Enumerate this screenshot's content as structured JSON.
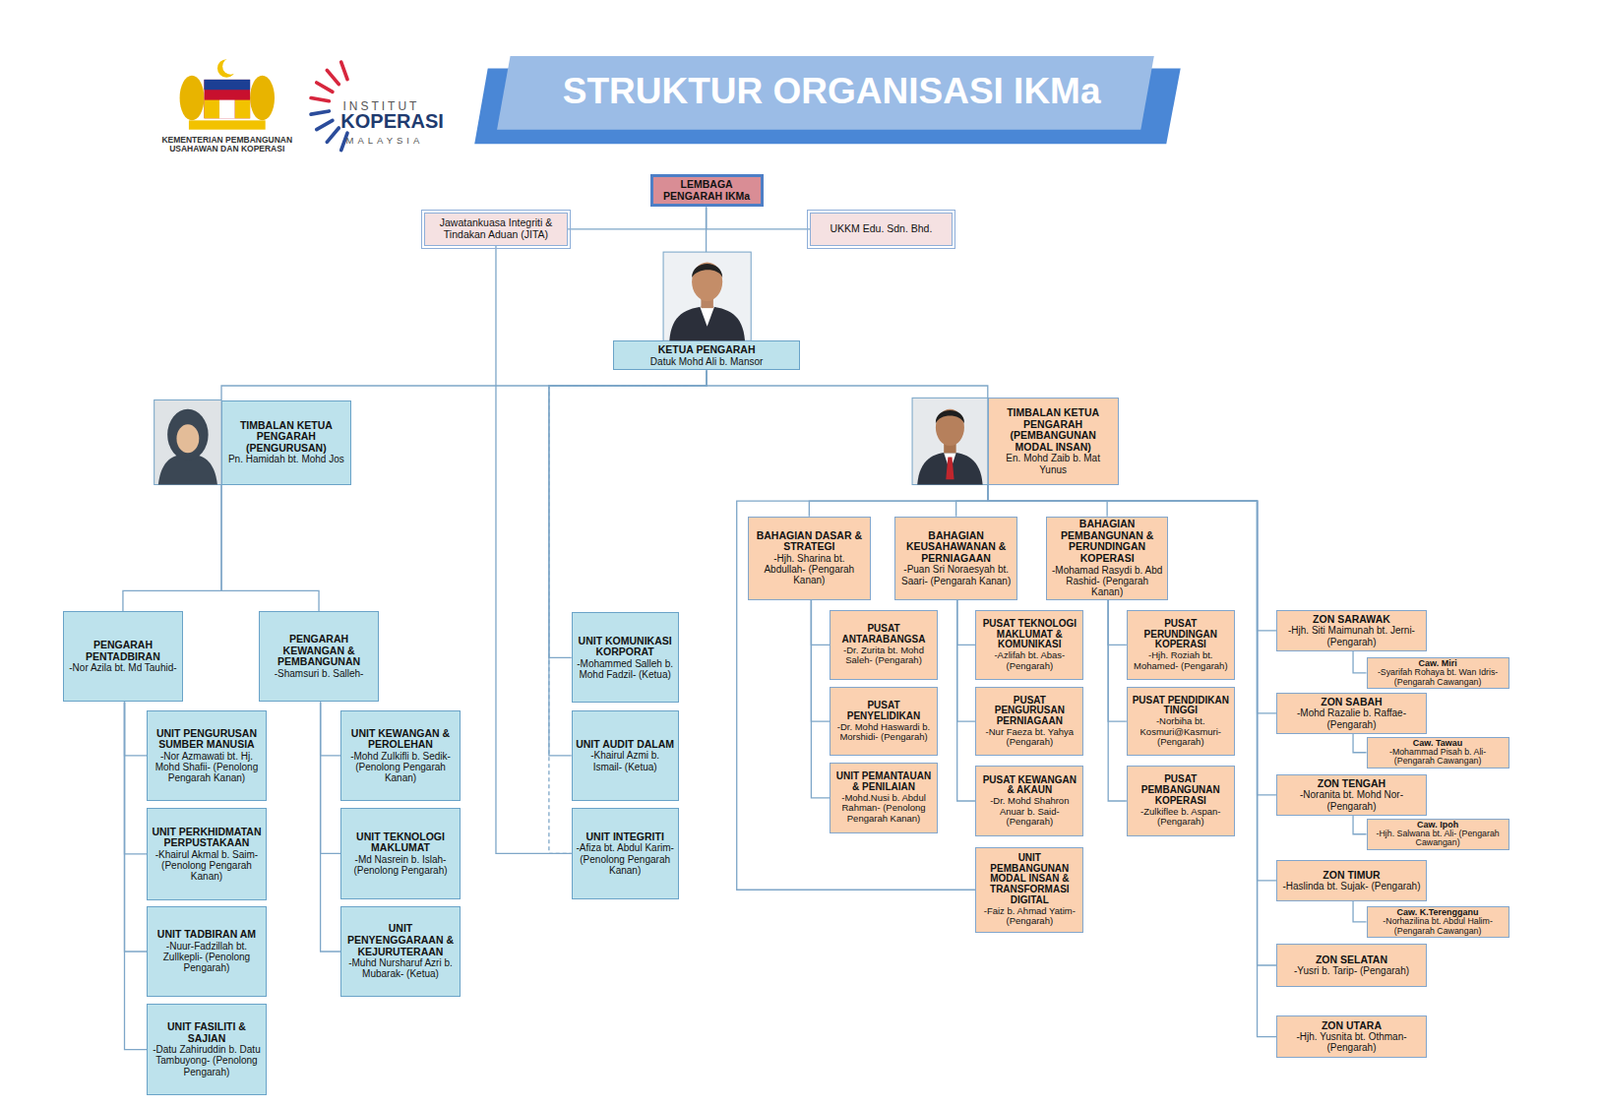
{
  "diagram": {
    "title": "STRUKTUR ORGANISASI IKMa",
    "nodes": [
      {
        "text": [
          "LEMBAGA PENGARAH IKMa"
        ]
      },
      {
        "text": [
          "Jawatankuasa Integriti & Tindakan Aduan (JITA)"
        ]
      },
      {
        "text": [
          "UKKM Edu. Sdn. Bhd."
        ]
      },
      {
        "text": [
          "KETUA PENGARAH",
          "Datuk Mohd Ali b. Mansor"
        ]
      },
      {
        "text": [
          "TIMBALAN KETUA PENGARAH (PENGURUSAN)",
          "Pn. Hamidah bt. Mohd Jos"
        ]
      },
      {
        "text": [
          "TIMBALAN KETUA PENGARAH (PEMBANGUNAN MODAL INSAN)",
          "En. Mohd Zaib b. Mat Yunus"
        ]
      },
      {
        "text": [
          "PENGARAH PENTADBIRAN",
          "-Nor Azila bt. Md Tauhid-"
        ]
      },
      {
        "text": [
          "PENGARAH KEWANGAN & PEMBANGUNAN",
          "-Shamsuri b. Salleh-"
        ]
      },
      {
        "text": [
          "UNIT PENGURUSAN SUMBER MANUSIA",
          "-Nor Azmawati bt. Hj. Mohd Shafii- (Penolong Pengarah Kanan)"
        ]
      },
      {
        "text": [
          "UNIT PERKHIDMATAN PERPUSTAKAAN",
          "-Khairul Akmal b. Saim- (Penolong Pengarah Kanan)"
        ]
      },
      {
        "text": [
          "UNIT TADBIRAN AM",
          "-Nuur-Fadzillah bt. Zullkepli- (Penolong Pengarah)"
        ]
      },
      {
        "text": [
          "UNIT FASILITI & SAJIAN",
          "-Datu Zahiruddin b. Datu Tambuyong- (Penolong Pengarah)"
        ]
      },
      {
        "text": [
          "UNIT KEWANGAN & PEROLEHAN",
          "-Mohd Zulkifli b. Sedik- (Penolong Pengarah Kanan)"
        ]
      },
      {
        "text": [
          "UNIT TEKNOLOGI MAKLUMAT",
          "-Md Nasrein b. Islah- (Penolong Pengarah)"
        ]
      },
      {
        "text": [
          "UNIT PENYENGGARAAN & KEJURUTERAAN",
          "-Muhd Nursharuf Azri b. Mubarak- (Ketua)"
        ]
      },
      {
        "text": [
          "UNIT KOMUNIKASI KORPORAT",
          "-Mohammed Salleh b. Mohd Fadzil- (Ketua)"
        ]
      },
      {
        "text": [
          "UNIT AUDIT DALAM",
          "-Khairul Azmi b. Ismail- (Ketua)"
        ]
      },
      {
        "text": [
          "UNIT INTEGRITI",
          "-Afiza bt. Abdul Karim- (Penolong Pengarah Kanan)"
        ]
      },
      {
        "text": [
          "BAHAGIAN DASAR & STRATEGI",
          "-Hjh. Sharina bt. Abdullah- (Pengarah Kanan)"
        ]
      },
      {
        "text": [
          "BAHAGIAN KEUSAHAWANAN & PERNIAGAAN",
          "-Puan Sri Noraesyah bt. Saari- (Pengarah Kanan)"
        ]
      },
      {
        "text": [
          "BAHAGIAN PEMBANGUNAN & PERUNDINGAN KOPERASI",
          "-Mohamad Rasydi b. Abd Rashid- (Pengarah Kanan)"
        ]
      },
      {
        "text": [
          "PUSAT ANTARABANGSA",
          "-Dr. Zurita bt. Mohd Saleh- (Pengarah)"
        ]
      },
      {
        "text": [
          "PUSAT PENYELIDIKAN",
          "-Dr. Mohd Haswardi b. Morshidi- (Pengarah)"
        ]
      },
      {
        "text": [
          "UNIT PEMANTAUAN & PENILAIAN",
          "-Mohd.Nusi b. Abdul Rahman- (Penolong Pengarah Kanan)"
        ]
      },
      {
        "text": [
          "PUSAT TEKNOLOGI MAKLUMAT & KOMUNIKASI",
          "-Azlifah bt. Abas- (Pengarah)"
        ]
      },
      {
        "text": [
          "PUSAT PENGURUSAN PERNIAGAAN",
          "-Nur Faeza bt. Yahya (Pengarah)"
        ]
      },
      {
        "text": [
          "PUSAT KEWANGAN & AKAUN",
          "-Dr. Mohd Shahron Anuar b. Said- (Pengarah)"
        ]
      },
      {
        "text": [
          "UNIT PEMBANGUNAN MODAL INSAN & TRANSFORMASI DIGITAL",
          "-Faiz b. Ahmad Yatim- (Pengarah)"
        ]
      },
      {
        "text": [
          "PUSAT PERUNDINGAN KOPERASI",
          "-Hjh. Roziah bt. Mohamed- (Pengarah)"
        ]
      },
      {
        "text": [
          "PUSAT PENDIDIKAN TINGGI",
          "-Norbiha bt. Kosmuri@Kasmuri- (Pengarah)"
        ]
      },
      {
        "text": [
          "PUSAT PEMBANGUNAN KOPERASI",
          "-Zulkiflee b. Aspan- (Pengarah)"
        ]
      },
      {
        "text": [
          "ZON SARAWAK",
          "-Hjh. Siti Maimunah bt. Jerni- (Pengarah)"
        ]
      },
      {
        "text": [
          "Caw. Miri",
          "-Syarifah Rohaya bt. Wan Idris- (Pengarah Cawangan)"
        ]
      },
      {
        "text": [
          "ZON SABAH",
          "-Mohd Razalie b. Raffae- (Pengarah)"
        ]
      },
      {
        "text": [
          "Caw. Tawau",
          "-Mohammad Pisah b. Ali- (Pengarah Cawangan)"
        ]
      },
      {
        "text": [
          "ZON TENGAH",
          "-Noranita bt. Mohd Nor- (Pengarah)"
        ]
      },
      {
        "text": [
          "Caw. Ipoh",
          "-Hjh. Salwana bt. Ali- (Pengarah Cawangan)"
        ]
      },
      {
        "text": [
          "ZON TIMUR",
          "-Haslinda bt. Sujak- (Pengarah)"
        ]
      },
      {
        "text": [
          "Caw. K.Terengganu",
          "-Norhazilina bt. Abdul Halim- (Pengarah Cawangan)"
        ]
      },
      {
        "text": [
          "ZON SELATAN",
          "-Yusri b. Tarip- (Pengarah)"
        ]
      },
      {
        "text": [
          "ZON UTARA",
          "-Hjh. Yusnita bt. Othman- (Pengarah)"
        ]
      }
    ],
    "edges": [
      {
        "from": 0,
        "to": 1,
        "arrow": "none"
      },
      {
        "from": 0,
        "to": 2,
        "arrow": "none"
      },
      {
        "from": 0,
        "to": 3,
        "arrow": "none"
      },
      {
        "from": 1,
        "to": 17,
        "arrow": "none"
      },
      {
        "from": 3,
        "to": 4,
        "arrow": "none"
      },
      {
        "from": 3,
        "to": 5,
        "arrow": "none"
      },
      {
        "from": 3,
        "to": 15,
        "arrow": "none"
      },
      {
        "from": 3,
        "to": 16,
        "arrow": "none"
      },
      {
        "from": 3,
        "to": 17,
        "arrow": "none"
      },
      {
        "from": 4,
        "to": 6,
        "arrow": "none"
      },
      {
        "from": 4,
        "to": 7,
        "arrow": "none"
      },
      {
        "from": 6,
        "to": 8,
        "arrow": "none"
      },
      {
        "from": 6,
        "to": 9,
        "arrow": "none"
      },
      {
        "from": 6,
        "to": 10,
        "arrow": "none"
      },
      {
        "from": 6,
        "to": 11,
        "arrow": "none"
      },
      {
        "from": 7,
        "to": 12,
        "arrow": "none"
      },
      {
        "from": 7,
        "to": 13,
        "arrow": "none"
      },
      {
        "from": 7,
        "to": 14,
        "arrow": "none"
      },
      {
        "from": 5,
        "to": 18,
        "arrow": "none"
      },
      {
        "from": 5,
        "to": 19,
        "arrow": "none"
      },
      {
        "from": 5,
        "to": 20,
        "arrow": "none"
      },
      {
        "from": 5,
        "to": 27,
        "arrow": "none"
      },
      {
        "from": 5,
        "to": 31,
        "arrow": "none"
      },
      {
        "from": 5,
        "to": 33,
        "arrow": "none"
      },
      {
        "from": 5,
        "to": 35,
        "arrow": "none"
      },
      {
        "from": 5,
        "to": 37,
        "arrow": "none"
      },
      {
        "from": 5,
        "to": 39,
        "arrow": "none"
      },
      {
        "from": 5,
        "to": 40,
        "arrow": "none"
      },
      {
        "from": 18,
        "to": 21,
        "arrow": "none"
      },
      {
        "from": 18,
        "to": 22,
        "arrow": "none"
      },
      {
        "from": 18,
        "to": 23,
        "arrow": "none"
      },
      {
        "from": 19,
        "to": 24,
        "arrow": "none"
      },
      {
        "from": 19,
        "to": 25,
        "arrow": "none"
      },
      {
        "from": 19,
        "to": 26,
        "arrow": "none"
      },
      {
        "from": 20,
        "to": 28,
        "arrow": "none"
      },
      {
        "from": 20,
        "to": 29,
        "arrow": "none"
      },
      {
        "from": 20,
        "to": 30,
        "arrow": "none"
      },
      {
        "from": 31,
        "to": 32,
        "arrow": "none"
      },
      {
        "from": 33,
        "to": 34,
        "arrow": "none"
      },
      {
        "from": 35,
        "to": 36,
        "arrow": "none"
      },
      {
        "from": 37,
        "to": 38,
        "arrow": "none"
      }
    ],
    "labels": [
      "KEMENTERIAN PEMBANGUNAN USAHAWAN DAN KOPERASI",
      "INSTITUT",
      "KOPERASI",
      "MALAYSIA"
    ]
  }
}
